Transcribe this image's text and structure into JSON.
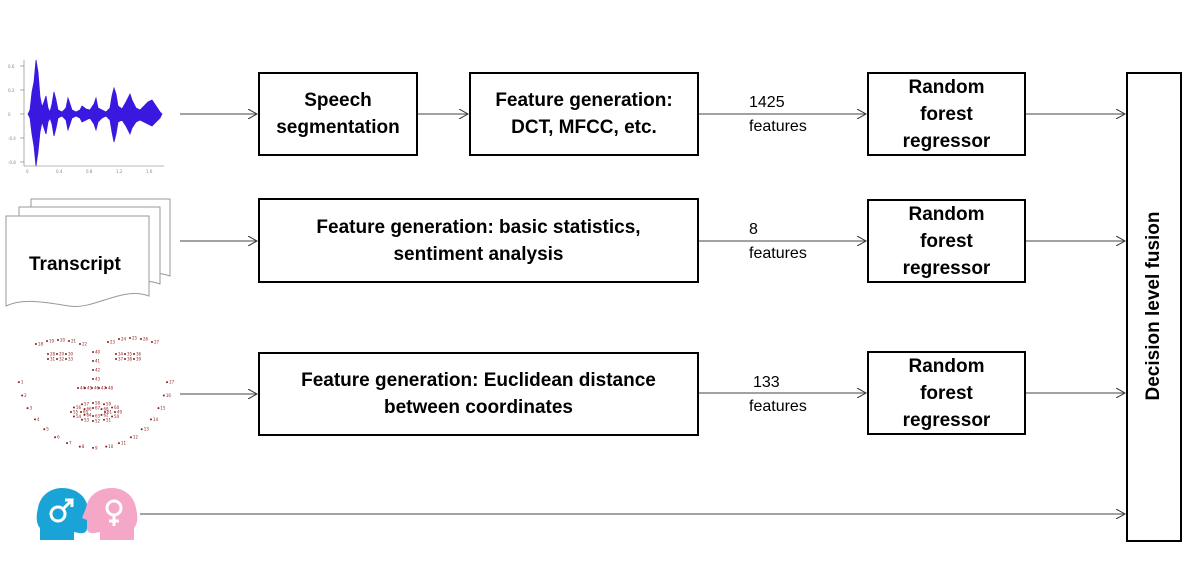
{
  "rows": [
    {
      "stages": [
        {
          "lines": [
            "Speech",
            "segmentation"
          ]
        },
        {
          "lines": [
            "Feature generation:",
            "DCT, MFCC, etc."
          ]
        }
      ],
      "features_count": "1425",
      "features_word": "features",
      "regressor_lines": [
        "Random",
        "forest",
        "regressor"
      ]
    },
    {
      "input_label": "Transcript",
      "stages": [
        {
          "lines": [
            "Feature generation: basic statistics,",
            "sentiment analysis"
          ]
        }
      ],
      "features_count": "8",
      "features_word": "features",
      "regressor_lines": [
        "Random",
        "forest",
        "regressor"
      ]
    },
    {
      "stages": [
        {
          "lines": [
            "Feature generation: Euclidean distance",
            "between coordinates"
          ]
        }
      ],
      "features_count": "133",
      "features_word": "features",
      "regressor_lines": [
        "Random",
        "forest",
        "regressor"
      ]
    }
  ],
  "fusion_label": "Decision level fusion",
  "icons": [
    "waveform-plot-icon",
    "transcript-document-icon",
    "facial-landmarks-icon",
    "male-head-icon",
    "female-head-icon"
  ],
  "colors": {
    "waveform": "#3a18e0",
    "male_head": "#1aa3d6",
    "female_head": "#f4a7c6",
    "landmarks": "#8b1a1a"
  }
}
